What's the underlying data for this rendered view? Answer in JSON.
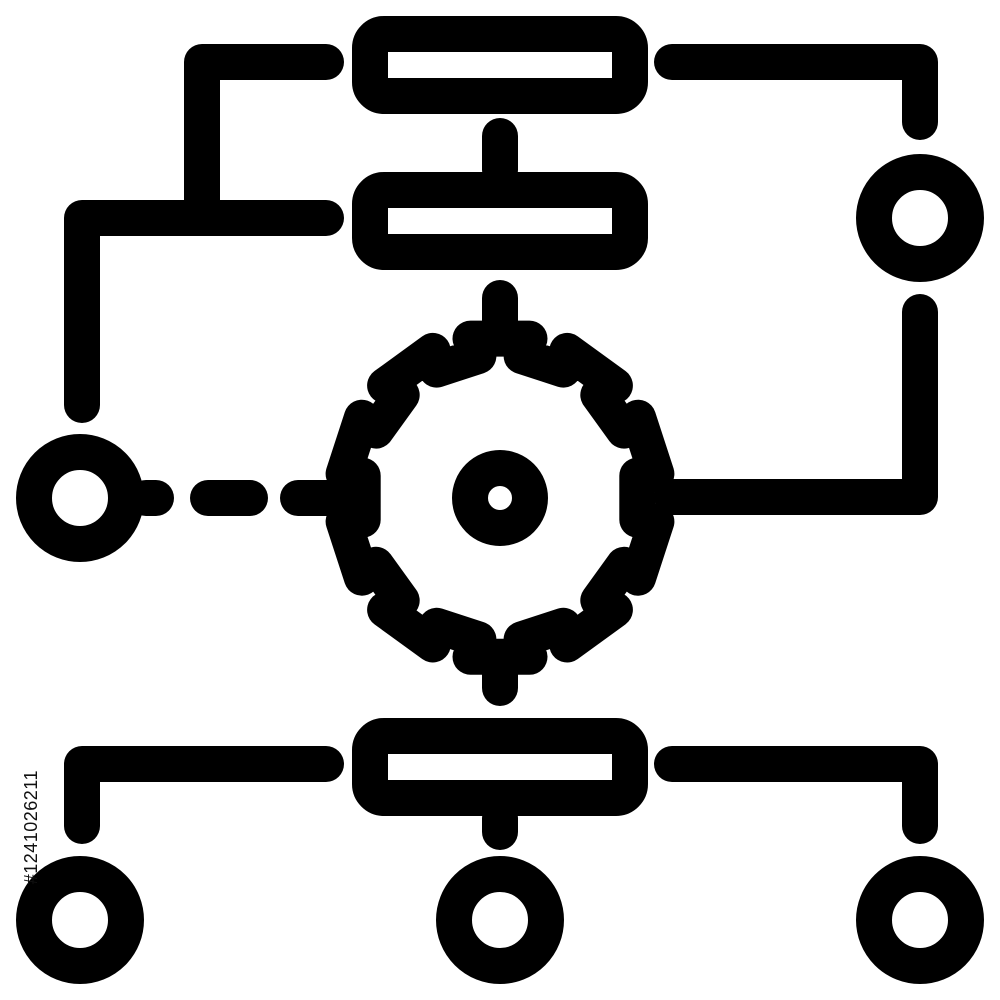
{
  "diagram": {
    "name": "process-workflow-gear-icon",
    "stroke_color": "#000000",
    "background_color": "#ffffff",
    "nodes": {
      "top_boxes": 2,
      "bottom_boxes": 1,
      "circle_nodes": 5,
      "central_gear": 1
    }
  },
  "watermark": {
    "text": "#1241026211"
  }
}
